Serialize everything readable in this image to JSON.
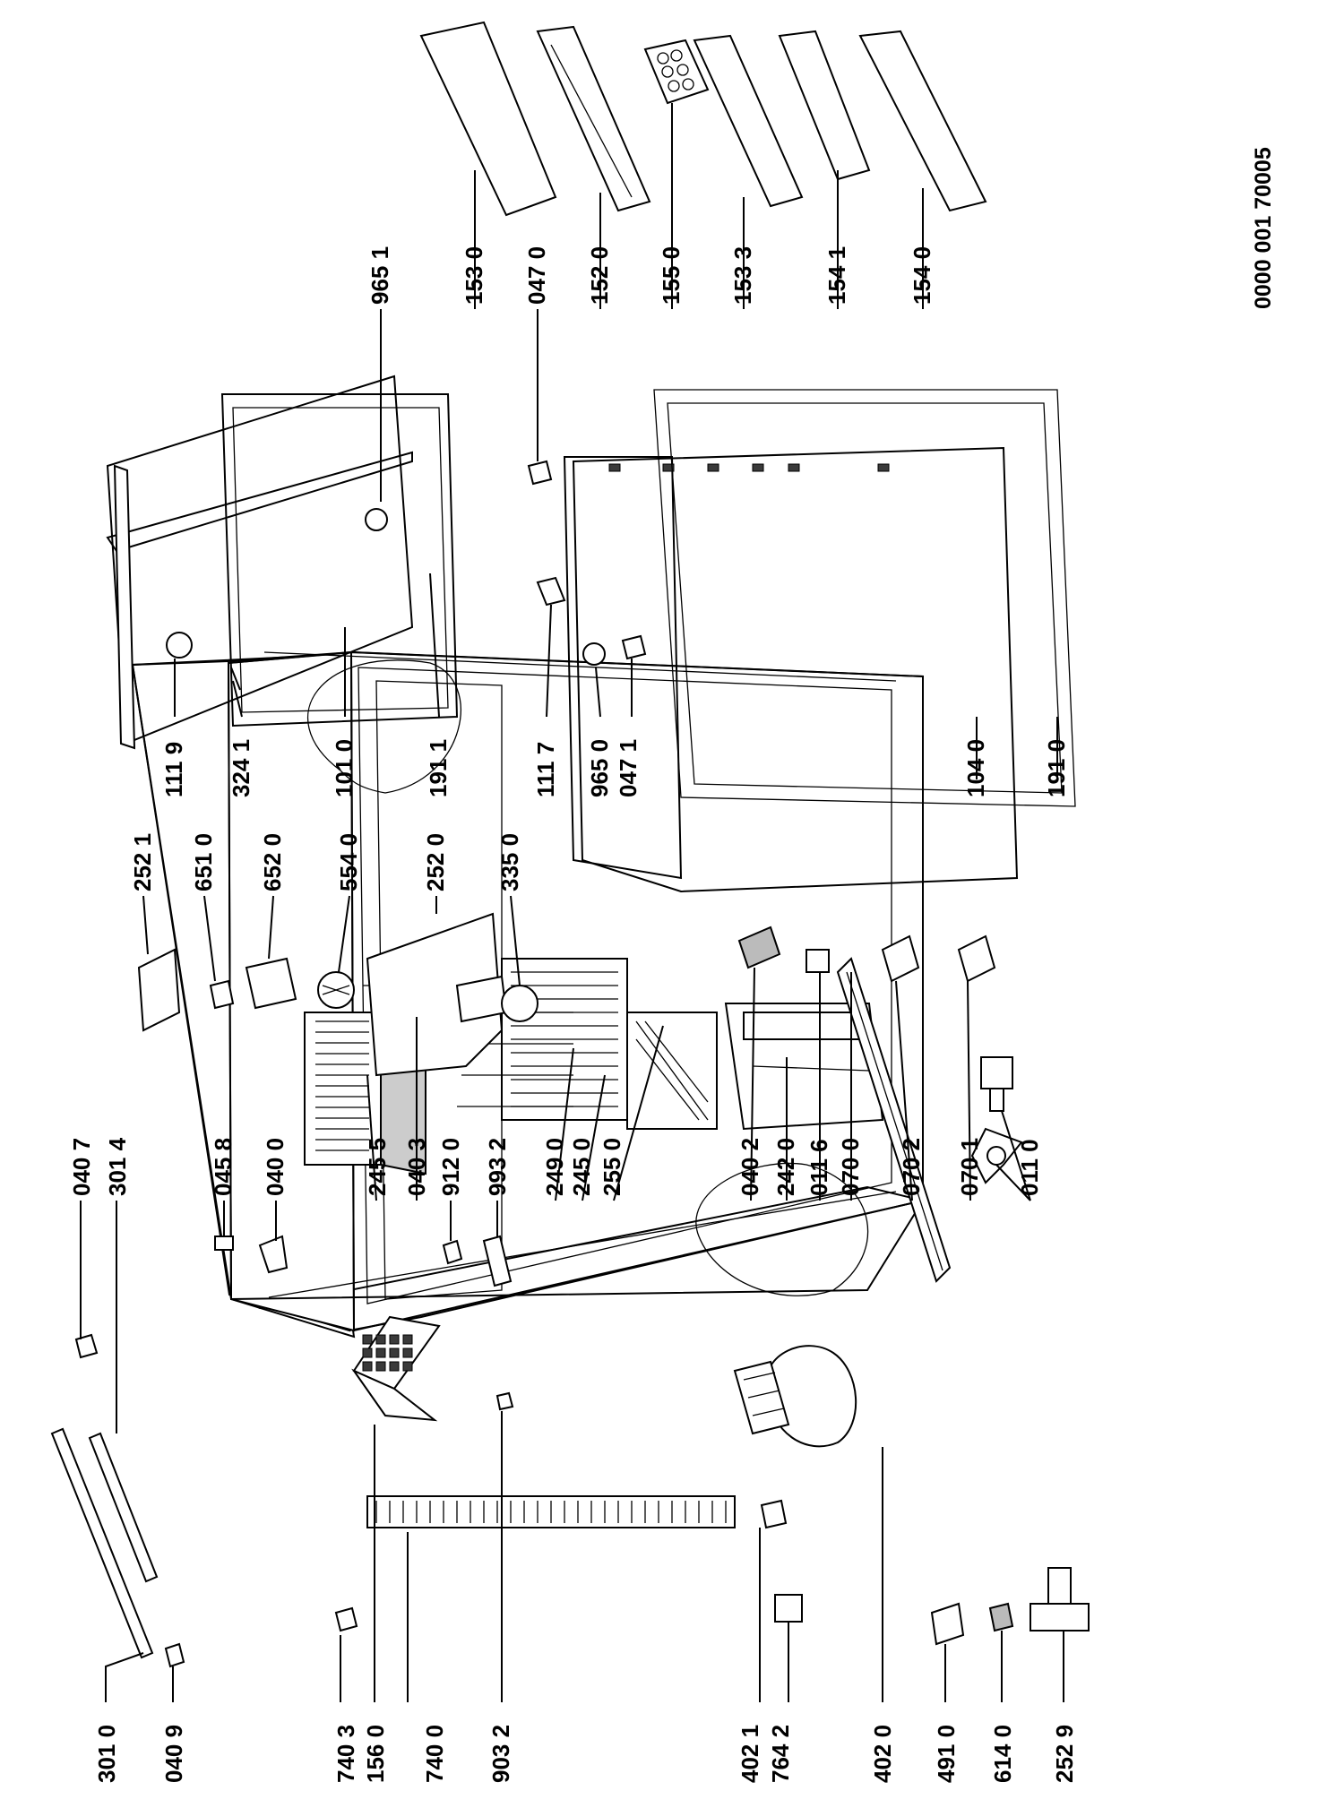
{
  "document_number": "0000 001 70005",
  "labels": {
    "l_301_0": "301 0",
    "l_040_9": "040 9",
    "l_740_3": "740 3",
    "l_156_0": "156 0",
    "l_740_0": "740 0",
    "l_903_2": "903 2",
    "l_402_1": "402 1",
    "l_764_2": "764 2",
    "l_402_0": "402 0",
    "l_491_0": "491 0",
    "l_614_0": "614 0",
    "l_252_9": "252 9",
    "l_040_7": "040 7",
    "l_301_4": "301 4",
    "l_045_8": "045 8",
    "l_040_0": "040 0",
    "l_245_5": "245 5",
    "l_040_3": "040 3",
    "l_912_0": "912 0",
    "l_993_2": "993 2",
    "l_249_0": "249 0",
    "l_245_0": "245 0",
    "l_255_0": "255 0",
    "l_040_2": "040 2",
    "l_242_0": "242 0",
    "l_011_6": "011 6",
    "l_070_0": "070 0",
    "l_070_2": "070 2",
    "l_070_1": "070 1",
    "l_011_0": "011 0",
    "l_252_1": "252 1",
    "l_651_0": "651 0",
    "l_652_0": "652 0",
    "l_554_0": "554 0",
    "l_252_0": "252 0",
    "l_335_0": "335 0",
    "l_111_9": "111 9",
    "l_324_1": "324 1",
    "l_101_0": "101 0",
    "l_191_1": "191 1",
    "l_111_7": "111 7",
    "l_965_0": "965 0",
    "l_047_1": "047 1",
    "l_104_0": "104 0",
    "l_191_0": "191 0",
    "l_965_1": "965 1",
    "l_047_0": "047 0",
    "l_153_0": "153 0",
    "l_152_0": "152 0",
    "l_155_0": "155 0",
    "l_153_3": "153 3",
    "l_154_1": "154 1",
    "l_154_0": "154 0"
  }
}
